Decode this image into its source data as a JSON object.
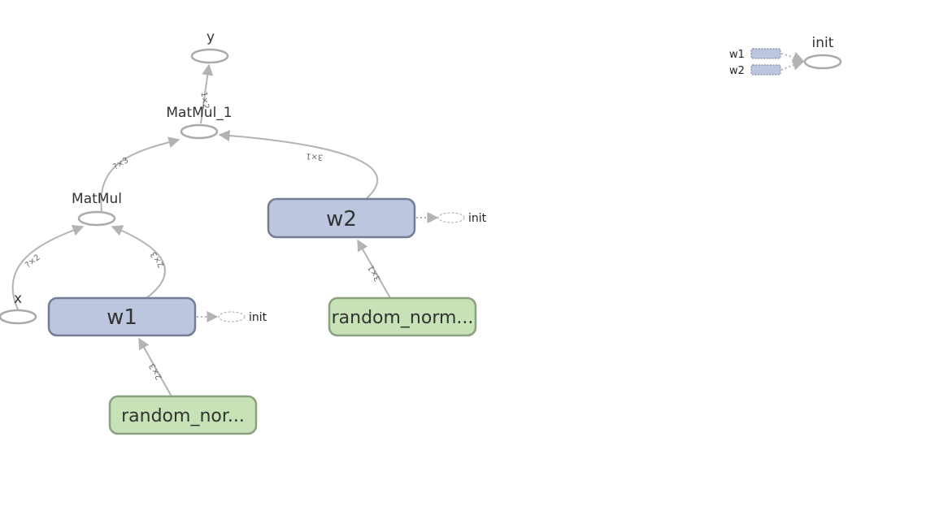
{
  "nodes": {
    "y": "y",
    "matmul_1": "MatMul_1",
    "matmul": "MatMul",
    "x": "x",
    "w1": "w1",
    "w2": "w2",
    "random_normal_1": "random_norm...",
    "random_normal": "random_nor...",
    "init_w1": "init",
    "init_w2": "init"
  },
  "edge_labels": {
    "matmul_1_to_y": "1×2",
    "matmul_to_matmul_1": "?×3",
    "w2_to_matmul_1": "3×1",
    "x_to_matmul": "?×2",
    "w1_to_matmul": "2×3",
    "random_to_w2": "3×1",
    "random_to_w1": "2×3"
  },
  "aux_group": {
    "title": "init",
    "items": [
      "w1",
      "w2"
    ]
  },
  "colors": {
    "variable_fill": "#bcc6df",
    "variable_stroke": "#737d93",
    "constant_fill": "#c6e2b6",
    "constant_stroke": "#8aa17f",
    "edge": "#b3b3b3",
    "op_stroke": "#aaaaaa"
  }
}
